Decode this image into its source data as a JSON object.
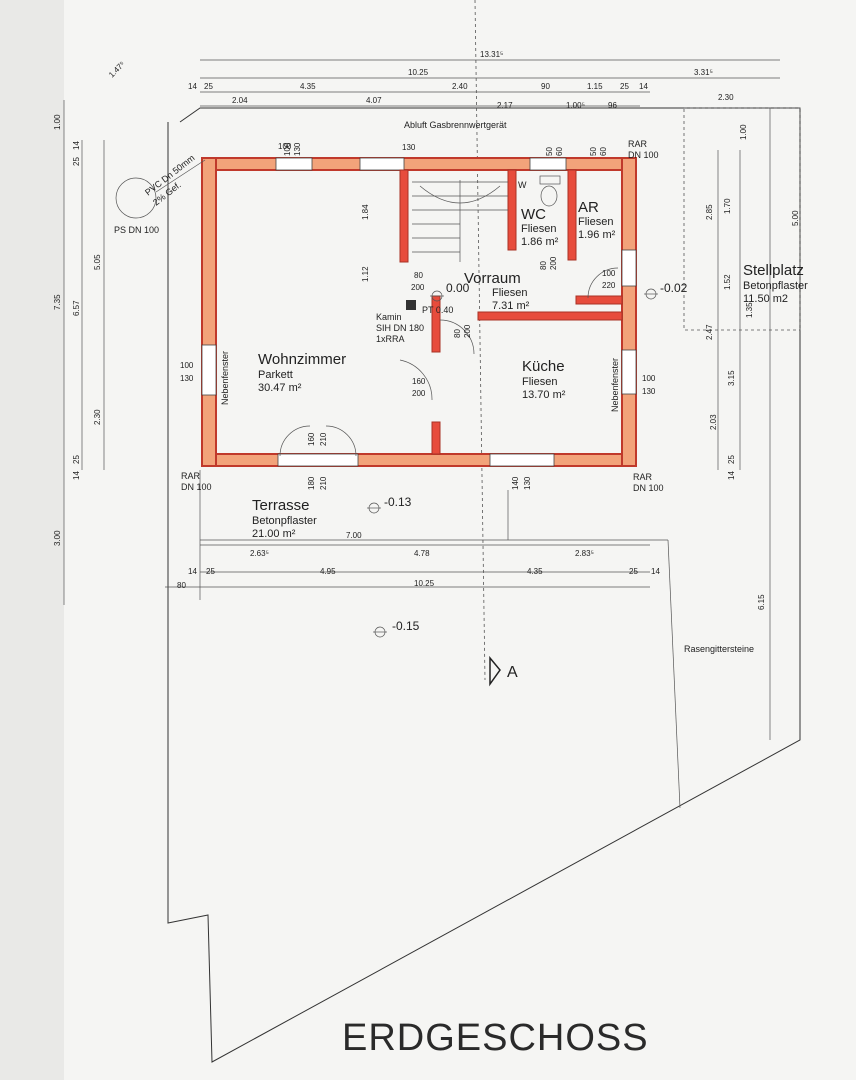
{
  "title": "ERDGESCHOSS",
  "rooms": {
    "wohnzimmer": {
      "name": "Wohnzimmer",
      "floor": "Parkett",
      "area": "30.47 m²"
    },
    "kueche": {
      "name": "Küche",
      "floor": "Fliesen",
      "area": "13.70 m²"
    },
    "vorraum": {
      "name": "Vorraum",
      "floor": "Fliesen",
      "area": "7.31 m²"
    },
    "wc": {
      "name": "WC",
      "floor": "Fliesen",
      "area": "1.86 m²"
    },
    "ar": {
      "name": "AR",
      "floor": "Fliesen",
      "area": "1.96 m²"
    },
    "terrasse": {
      "name": "Terrasse",
      "floor": "Betonpflaster",
      "area": "21.00 m²"
    },
    "stellplatz": {
      "name": "Stellplatz",
      "floor": "Betonpflaster",
      "area": "11.50 m2"
    }
  },
  "notes": {
    "abluft": "Abluft Gasbrennwertgerät",
    "kamin1": "Kamin",
    "kamin2": "SIH DN 180",
    "kamin3": "1xRRA",
    "pt": "PT 0.40",
    "rasen": "Rasengittersteine",
    "rar1a": "RAR",
    "rar1b": "DN 100",
    "rar2a": "RAR",
    "rar2b": "DN 100",
    "rar3a": "RAR",
    "rar3b": "DN 100",
    "ps": "PS DN 100",
    "pvc": "PVC Dn 50mm",
    "gef": "2% Gef.",
    "nebenfenster1": "Nebenfenster",
    "nebenfenster2": "Nebenfenster",
    "w": "W",
    "section": "A"
  },
  "levels": {
    "l1": "0.00",
    "l2": "-0.02",
    "l3": "-0.13",
    "l4": "-0.15"
  },
  "dims_top": {
    "d1": "13.31⁵",
    "d2": "10.25",
    "d3": "3.31⁵",
    "d4": "14",
    "d5": "25",
    "d6": "4.35",
    "d7": "2.40",
    "d8": "90",
    "d9": "1.15",
    "d10": "25",
    "d11": "14",
    "d12": "2.04",
    "d13": "4.07",
    "d14": "2.17",
    "d15": "1.00⁵",
    "d16": "96",
    "d17": "2.30",
    "angle": "1.47⁵"
  },
  "dims_left": {
    "a": "1.00",
    "b": "7.35",
    "c": "6.57",
    "d": "5.05",
    "e": "2.30",
    "f": "3.00",
    "g": "14",
    "h": "25",
    "i": "14",
    "j": "25"
  },
  "dims_bottom": {
    "b1": "7.00",
    "b2": "2.63⁵",
    "b3": "4.78",
    "b4": "2.83⁵",
    "b5": "14",
    "b6": "25",
    "b7": "4.95",
    "b8": "4.35",
    "b9": "25",
    "b10": "14",
    "b11": "80",
    "b12": "10.25"
  },
  "dims_right": {
    "r1": "1.00",
    "r2": "5.00",
    "r3": "2.85",
    "r4": "1.70",
    "r5": "1.52",
    "r6": "2.47",
    "r7": "1.35",
    "r8": "3.15",
    "r9": "2.03",
    "r10": "6.15",
    "r11": "14",
    "r12": "25"
  },
  "openings": {
    "o1": "100",
    "o2": "130",
    "o3": "100",
    "o4": "130",
    "o5": "100",
    "o6": "130",
    "o7": "160",
    "o8": "210",
    "o9": "180",
    "o10": "210",
    "o11": "140",
    "o12": "130",
    "o13": "80",
    "o14": "200",
    "o15": "160",
    "o16": "200",
    "o17": "80",
    "o18": "200",
    "o19": "80",
    "o20": "200",
    "o21": "100",
    "o22": "220",
    "o23": "50",
    "o24": "60",
    "o25": "50",
    "o26": "60",
    "o27": "100",
    "o28": "130",
    "o29": "1.84",
    "o30": "1.12"
  }
}
